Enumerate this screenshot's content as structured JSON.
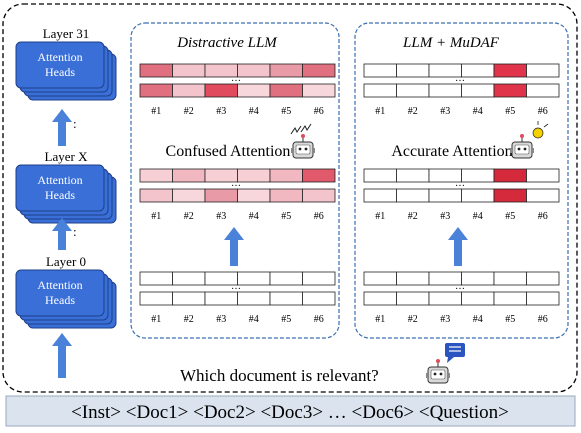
{
  "layers": [
    {
      "label": "Layer 31",
      "box_label_line1": "Attention",
      "box_label_line2": "Heads"
    },
    {
      "label": "Layer X",
      "box_label_line1": "Attention",
      "box_label_line2": "Heads"
    },
    {
      "label": "Layer 0",
      "box_label_line1": "Attention",
      "box_label_line2": "Heads"
    }
  ],
  "vertical_dots": ":",
  "panels": [
    {
      "title": "Distractive LLM",
      "caption": "Confused Attention",
      "robot_icon": "confused-robot-icon",
      "top_rows": [
        [
          "#e07080",
          "#f4c4cc",
          "#f4c4cc",
          "#f4c4cc",
          "#e89aa6",
          "#e07080"
        ],
        [
          "#e07080",
          "#f4c4cc",
          "#e04b5e",
          "#f7d6dc",
          "#e07080",
          "#f7d6dc"
        ]
      ],
      "mid_rows": [
        [
          "#f7d0d6",
          "#f1b8c2",
          "#f7d0d6",
          "#f7d0d6",
          "#f1b8c2",
          "#e05a6c"
        ],
        [
          "#f4c4cc",
          "#f7d6dc",
          "#e89aa6",
          "#f7d6dc",
          "#f1b8c2",
          "#f4c4cc"
        ]
      ]
    },
    {
      "title": "LLM + MuDAF",
      "caption": "Accurate Attention",
      "robot_icon": "idea-robot-icon",
      "top_rows": [
        [
          "#ffffff",
          "#ffffff",
          "#ffffff",
          "#ffffff",
          "#e0344a",
          "#ffffff"
        ],
        [
          "#ffffff",
          "#ffffff",
          "#ffffff",
          "#ffffff",
          "#e0344a",
          "#ffffff"
        ]
      ],
      "mid_rows": [
        [
          "#ffffff",
          "#ffffff",
          "#ffffff",
          "#ffffff",
          "#d42a3c",
          "#ffffff"
        ],
        [
          "#ffffff",
          "#ffffff",
          "#ffffff",
          "#ffffff",
          "#d42a3c",
          "#ffffff"
        ]
      ]
    }
  ],
  "doc_labels": [
    "#1",
    "#2",
    "#3",
    "#4",
    "#5",
    "#6"
  ],
  "row_gap_dots": "…",
  "question": "Which document is relevant?",
  "input_sequence": "<Inst> <Doc1> <Doc2> <Doc3> … <Doc6> <Question>",
  "colors": {
    "box_fill": "#3a6fd8",
    "box_stroke": "#2a55b0",
    "arrow": "#4a82d9",
    "panel_border": "#3a6fb0",
    "input_bg": "#dbe3ef",
    "robot_body": "#d9d9d9",
    "speech_bubble": "#2a55c0",
    "bulb": "#f5d100"
  }
}
